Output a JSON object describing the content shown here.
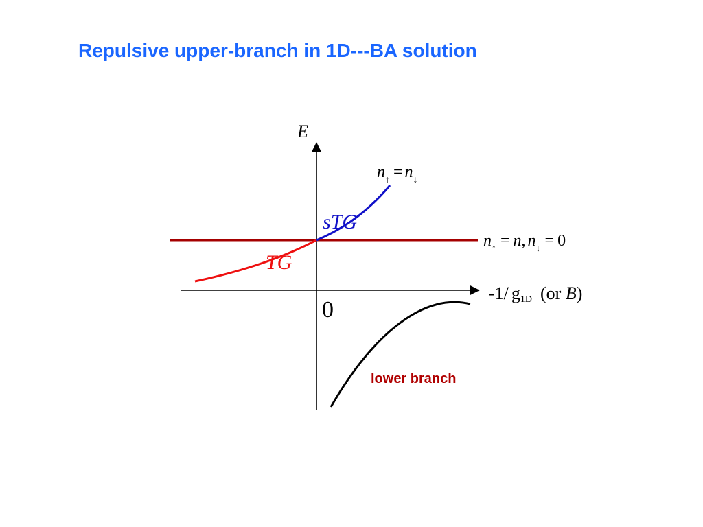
{
  "title": "Repulsive upper-branch in 1D---BA solution",
  "colors": {
    "title": "#1a66ff",
    "horizontal_line": "#a50000",
    "stg_curve": "#1010c8",
    "tg_curve": "#ee1010",
    "lower_branch_label": "#b00000",
    "axis": "#000000"
  },
  "axes": {
    "y_label": "E",
    "x_label_prefix": "-1/",
    "x_label_g": "g",
    "x_label_g_subscript": "1D",
    "x_label_or_open": "(or ",
    "x_label_B": "B",
    "x_label_or_close": ")",
    "origin_label": "0"
  },
  "curves": {
    "stg": {
      "label_s": "s",
      "label_tg": "TG",
      "annotation": {
        "n1": "n",
        "arrow1": "↑",
        "eq": "=",
        "n2": "n",
        "arrow2": "↓"
      }
    },
    "tg": {
      "label": "TG"
    },
    "horizontal": {
      "annotation": {
        "n1": "n",
        "arrow1": "↑",
        "eq1": "=",
        "n2": "n",
        "comma": ",",
        "n3": "n",
        "arrow3": "↓",
        "eq2": "=",
        "zero": "0"
      }
    },
    "lower": {
      "label": "lower branch"
    }
  }
}
